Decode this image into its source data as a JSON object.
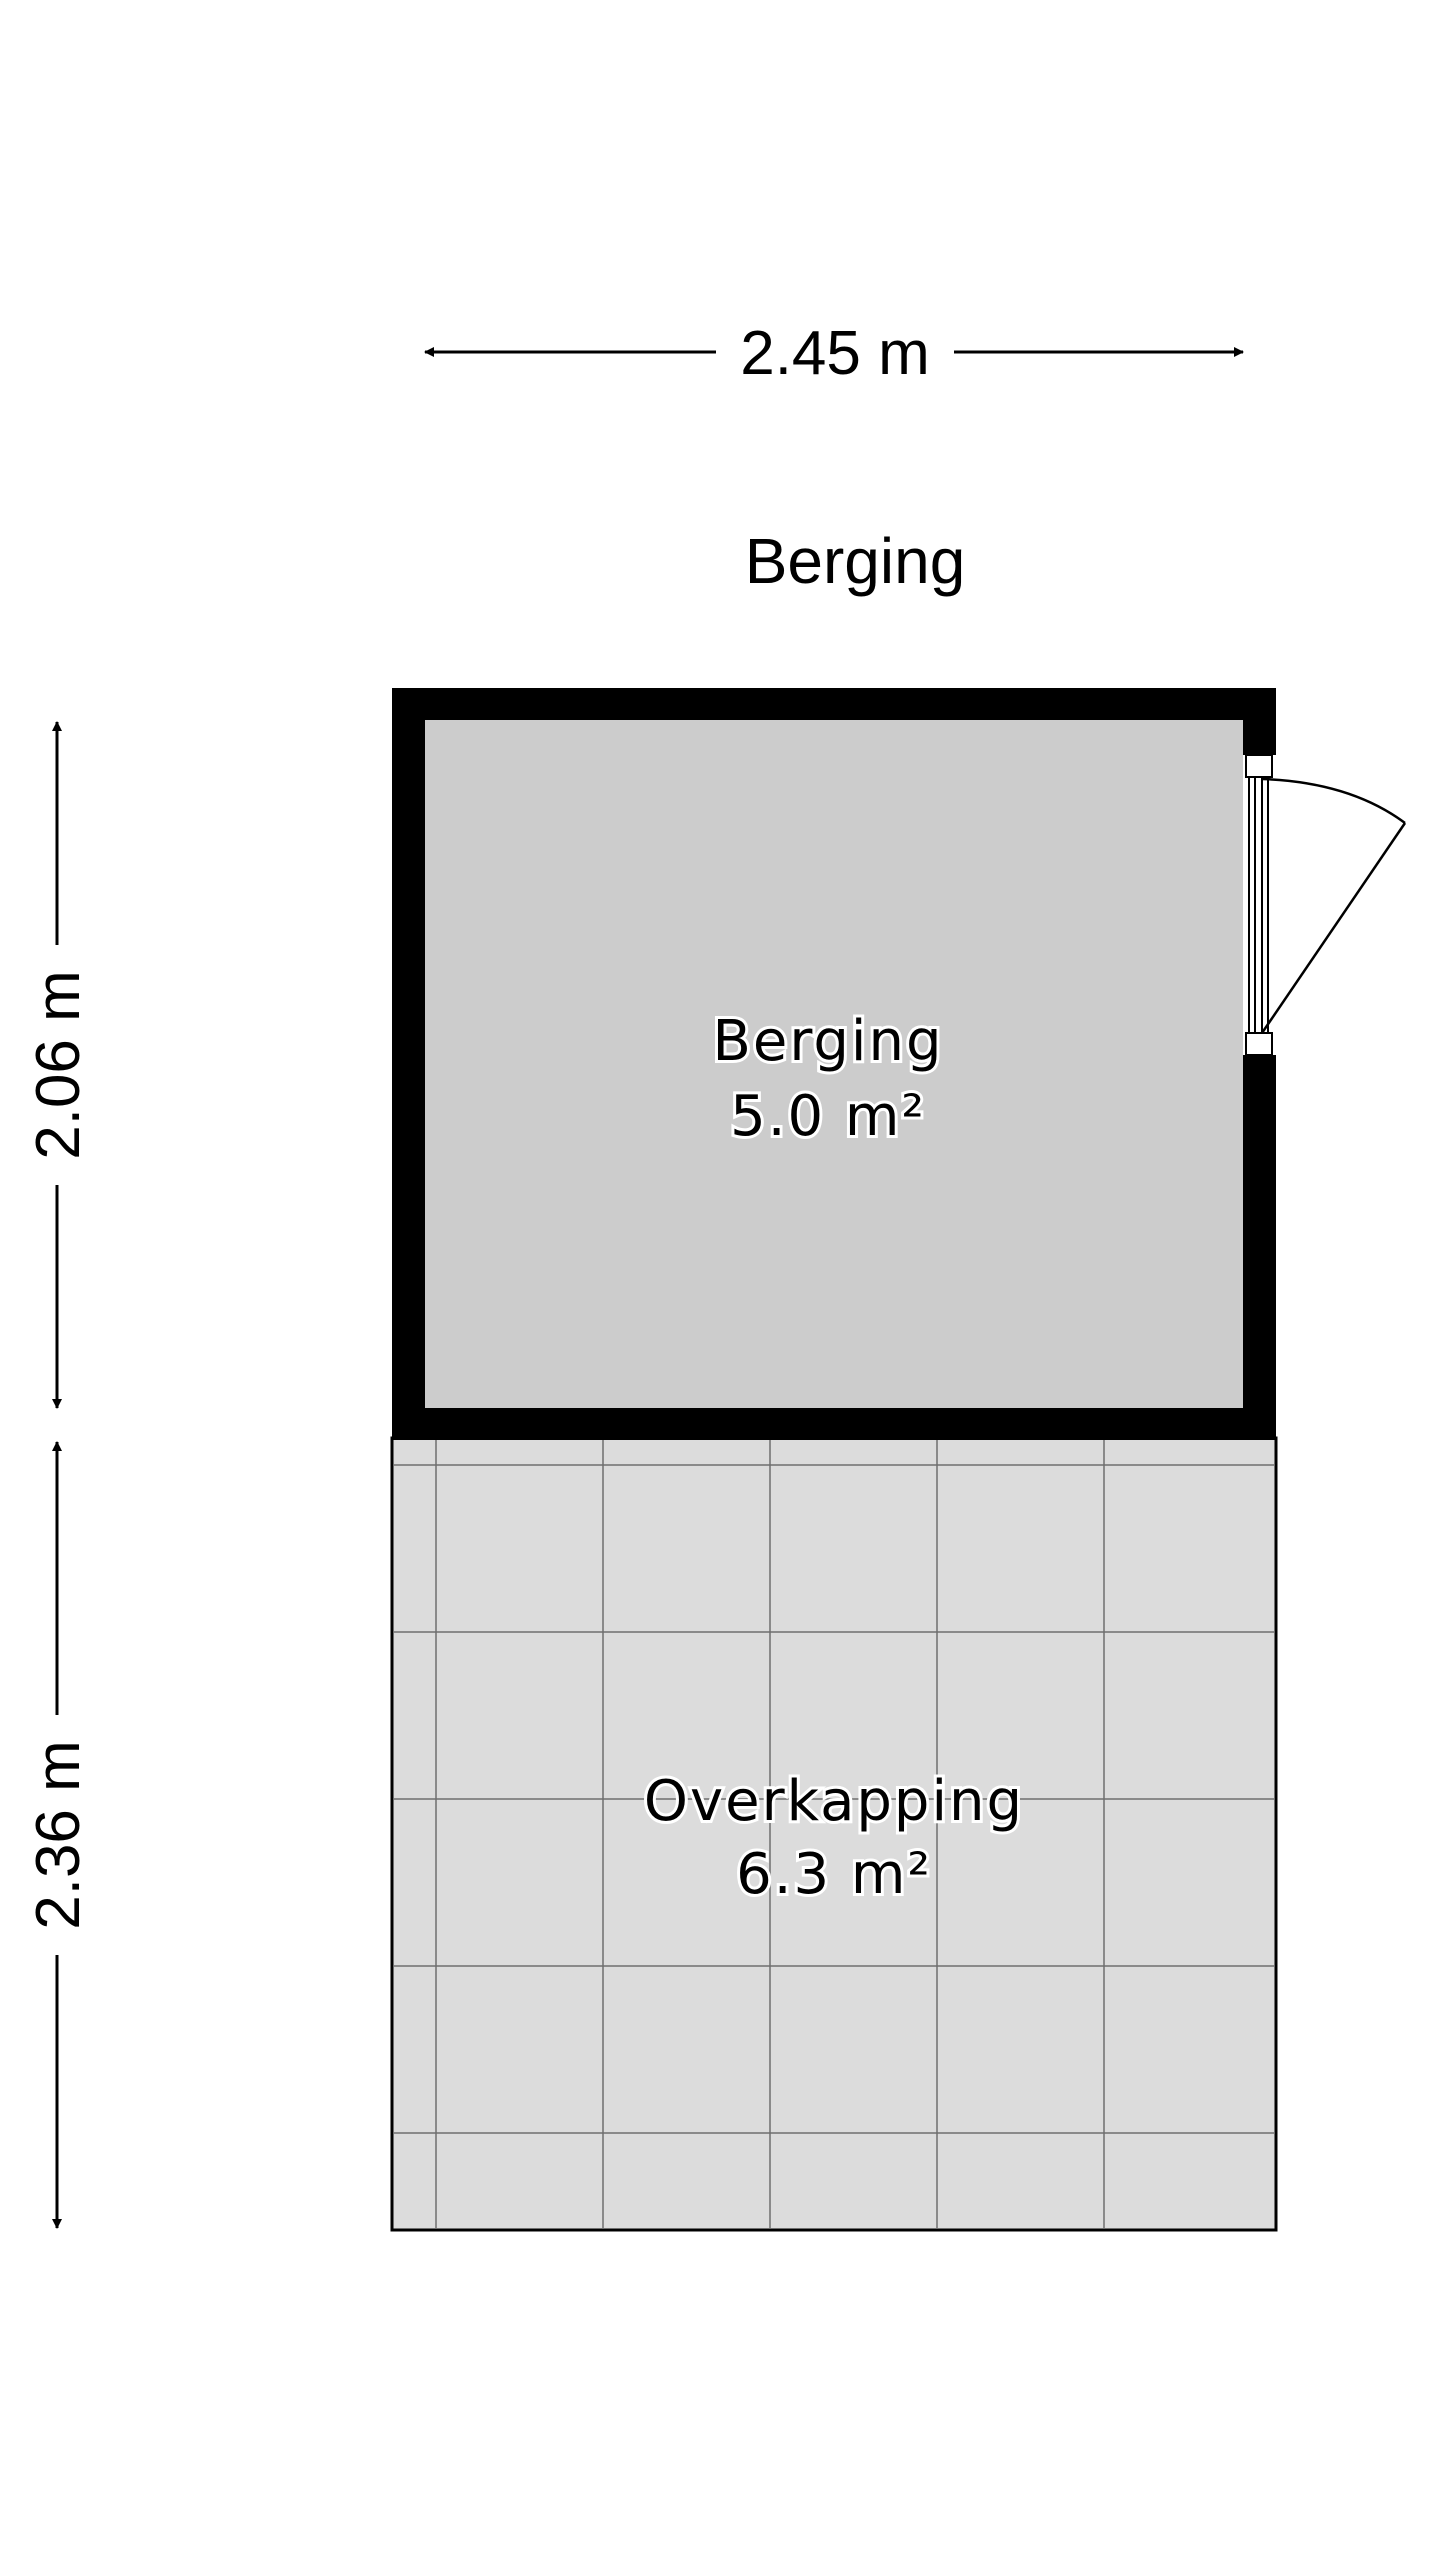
{
  "plan": {
    "title": "Berging",
    "dimensions": {
      "top_width": "2.45 m",
      "left_upper": "2.06 m",
      "left_lower": "2.36 m"
    },
    "rooms": [
      {
        "name": "Berging",
        "area": "5.0 m²"
      },
      {
        "name": "Overkapping",
        "area": "6.3 m²"
      }
    ],
    "colors": {
      "wall": "#000000",
      "berging_floor": "#cccccc",
      "overkapping_floor": "#dcdcdc",
      "tile_lines": "#6e6e6e",
      "background": "#ffffff"
    }
  }
}
